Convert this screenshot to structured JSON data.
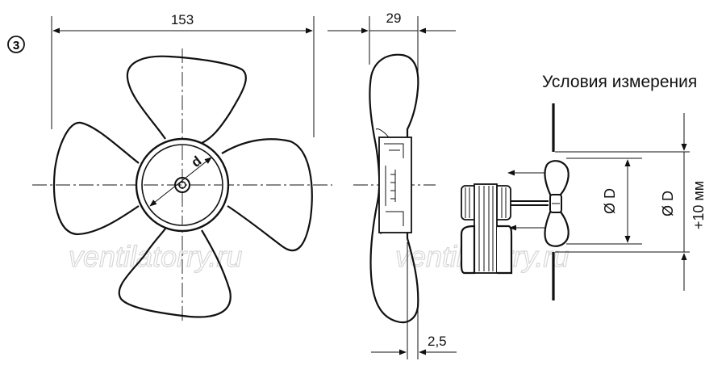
{
  "figure": {
    "badge": "3",
    "heading": "Условия измерения",
    "front_view": {
      "overall_width": "153",
      "hub_label": "d"
    },
    "side_view": {
      "depth": "29",
      "offset": "2,5"
    },
    "measurement": {
      "diameter_label": "Ø D",
      "opening_label": "Ø D",
      "opening_tolerance": "+10 мм"
    },
    "watermark": "ventilatorry.ru"
  }
}
